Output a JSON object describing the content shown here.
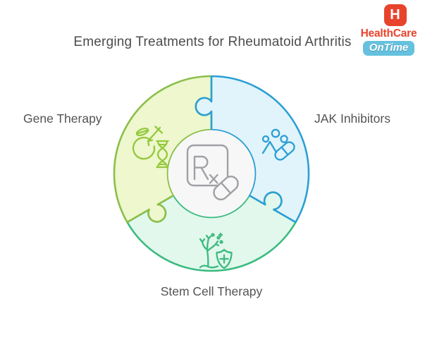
{
  "title": "Emerging Treatments for Rheumatoid Arthritis",
  "logo": {
    "icon_letter": "H",
    "name": "HealthCare",
    "tagline": "OnTime",
    "red": "#e8432d",
    "tag_bg": "#65c1de"
  },
  "diagram": {
    "center_icon": "rx-prescription-pill-icon",
    "center_bg": "#f7f7f8",
    "center_stroke": "#a1a1a5",
    "segments": [
      {
        "label": "Gene Therapy",
        "icon": "apple-dna-gene-icon",
        "fill": "#eef7cd",
        "stroke": "#8abf4a",
        "icon_color": "#94c83e"
      },
      {
        "label": "JAK Inhibitors",
        "icon": "pills-capsule-icon",
        "fill": "#e1f4fb",
        "stroke": "#2c9fd3",
        "icon_color": "#2c9fd3"
      },
      {
        "label": "Stem Cell Therapy",
        "icon": "stem-cell-shield-icon",
        "fill": "#e2f8ec",
        "stroke": "#3cbb80",
        "icon_color": "#3cbb80"
      }
    ]
  }
}
